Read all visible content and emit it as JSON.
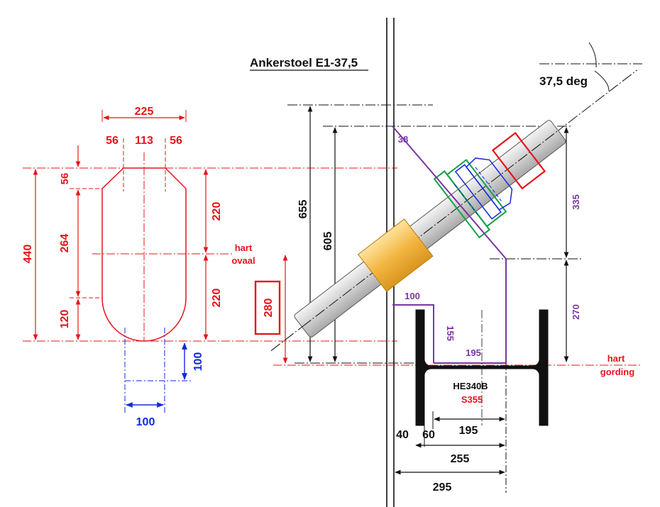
{
  "title": "Ankerstoel E1-37,5",
  "angle_label": "37,5 deg",
  "oval": {
    "dims": {
      "w225": "225",
      "w56a": "56",
      "w113": "113",
      "w56b": "56",
      "h440": "440",
      "h56": "56",
      "h264": "264",
      "h120": "120",
      "h220a": "220",
      "h220b": "220",
      "blue_v100": "100",
      "blue_h100": "100"
    },
    "hart_line1": "hart",
    "hart_line2": "ovaal"
  },
  "elevation": {
    "d655": "655",
    "d605": "605",
    "d280": "280",
    "p38": "38",
    "p335": "335",
    "p270": "270",
    "p100": "100",
    "p155": "155",
    "p195": "195"
  },
  "beam": {
    "name": "HE340B",
    "grade": "S355",
    "hart_line1": "hart",
    "hart_line2": "gording"
  },
  "bottom_dims": {
    "d40": "40",
    "d60": "60",
    "d195": "195",
    "d255": "255",
    "d295": "295"
  },
  "colors": {
    "red": "#e8141b",
    "blue": "#1428e0",
    "purple": "#7a36a3",
    "green": "#14a04a",
    "orange": "#f2b640",
    "rod_gray": "#cfcfcf"
  }
}
